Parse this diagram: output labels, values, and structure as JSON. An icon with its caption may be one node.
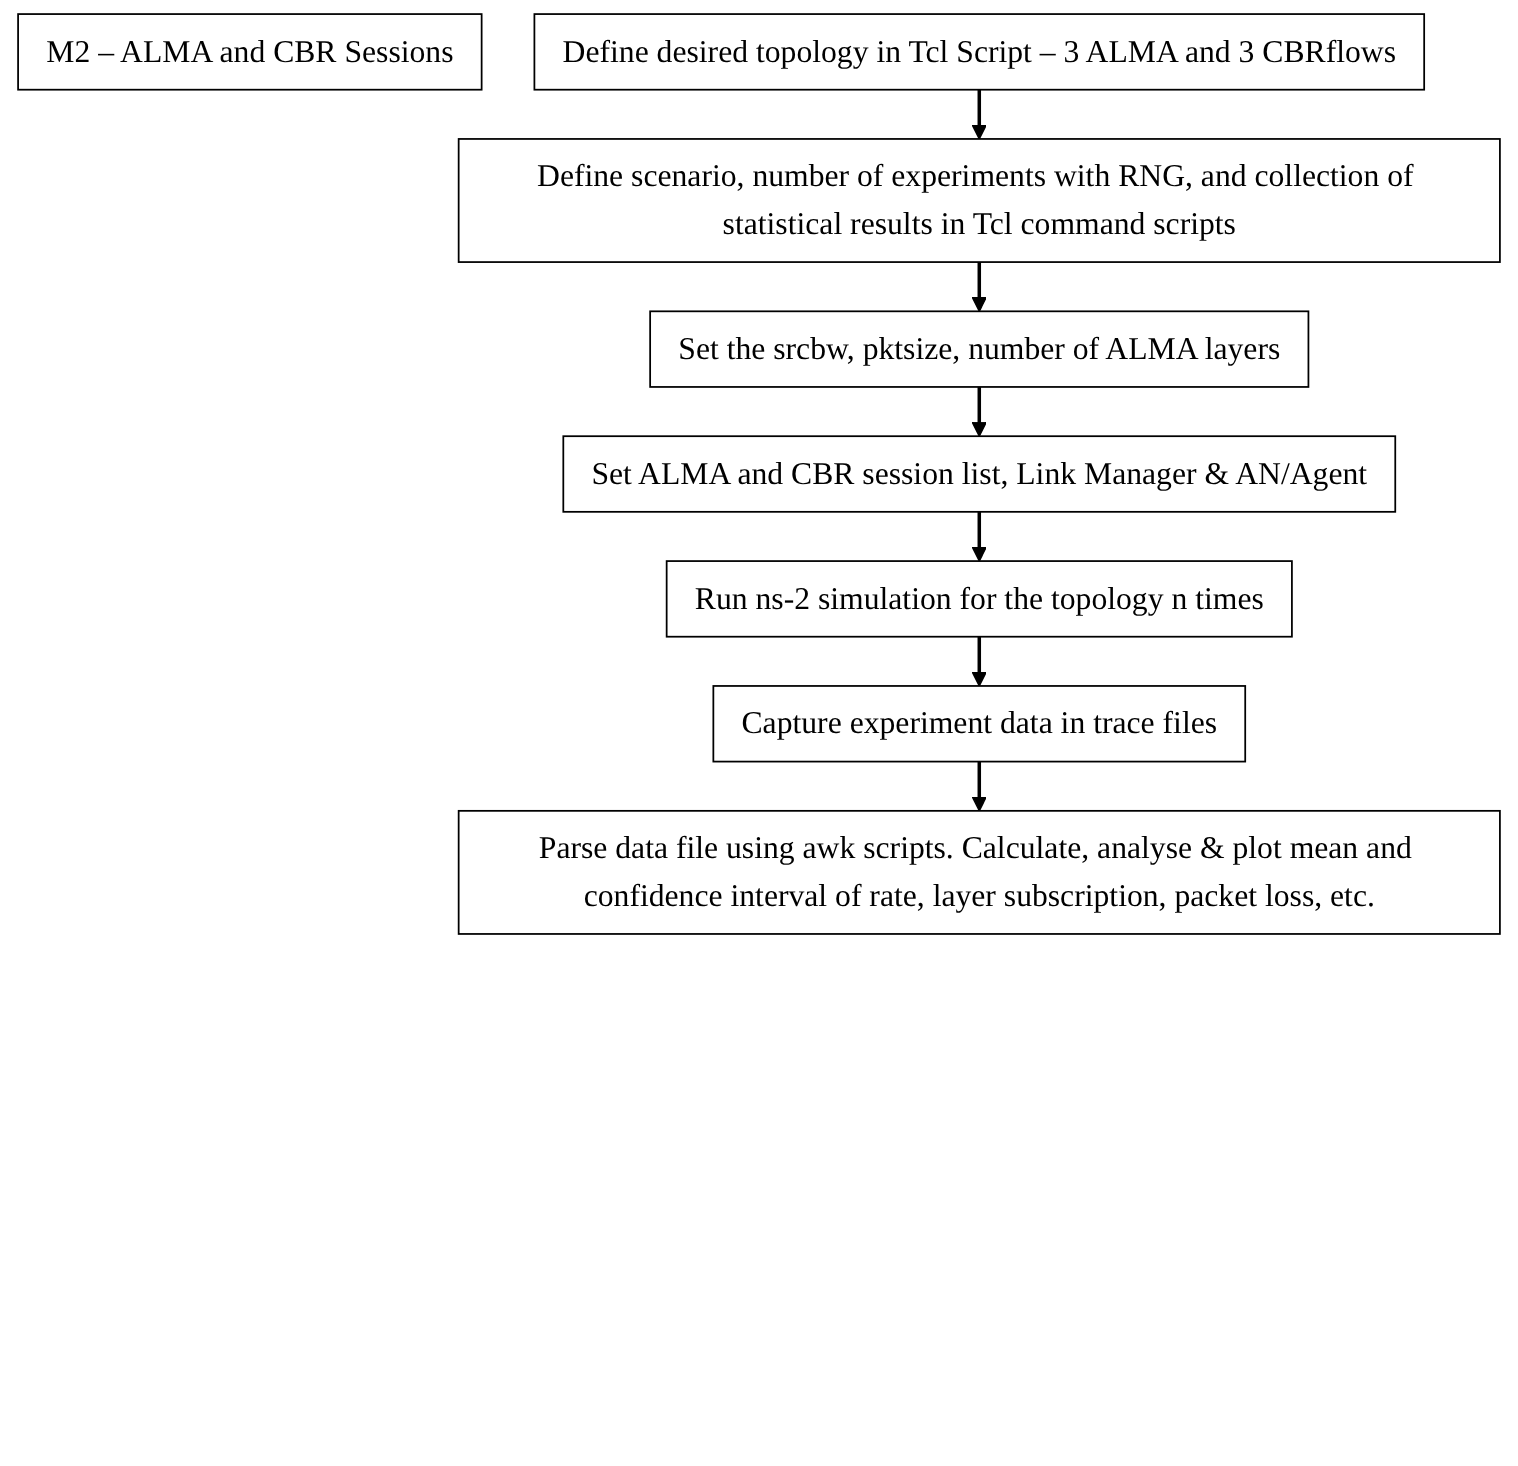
{
  "diagram": {
    "nodes": [
      {
        "text": [
          "M2 – ALMA and CBR Sessions"
        ]
      },
      {
        "text": [
          "Define desired topology in Tcl Script – 3 ALMA and 3 CBRflows"
        ]
      },
      {
        "text": [
          "Define scenario, number of experiments with RNG, and collection of statistical results in Tcl command scripts"
        ]
      },
      {
        "text": [
          "Set the srcbw, pktsize, number of ALMA layers"
        ]
      },
      {
        "text": [
          "Set ALMA and CBR session list, Link Manager & AN/Agent"
        ]
      },
      {
        "text": [
          "Run ns-2 simulation for the topology n times"
        ]
      },
      {
        "text": [
          "Capture experiment data in trace files"
        ]
      },
      {
        "text": [
          "Parse data file using awk scripts. Calculate, analyse & plot mean and confidence interval of rate, layer subscription, packet loss, etc."
        ]
      }
    ],
    "edges": [
      {
        "from": 1,
        "to": 2,
        "arrow": "to"
      },
      {
        "from": 2,
        "to": 3,
        "arrow": "to"
      },
      {
        "from": 3,
        "to": 4,
        "arrow": "to"
      },
      {
        "from": 4,
        "to": 5,
        "arrow": "to"
      },
      {
        "from": 5,
        "to": 6,
        "arrow": "to"
      },
      {
        "from": 6,
        "to": 7,
        "arrow": "to"
      }
    ]
  }
}
